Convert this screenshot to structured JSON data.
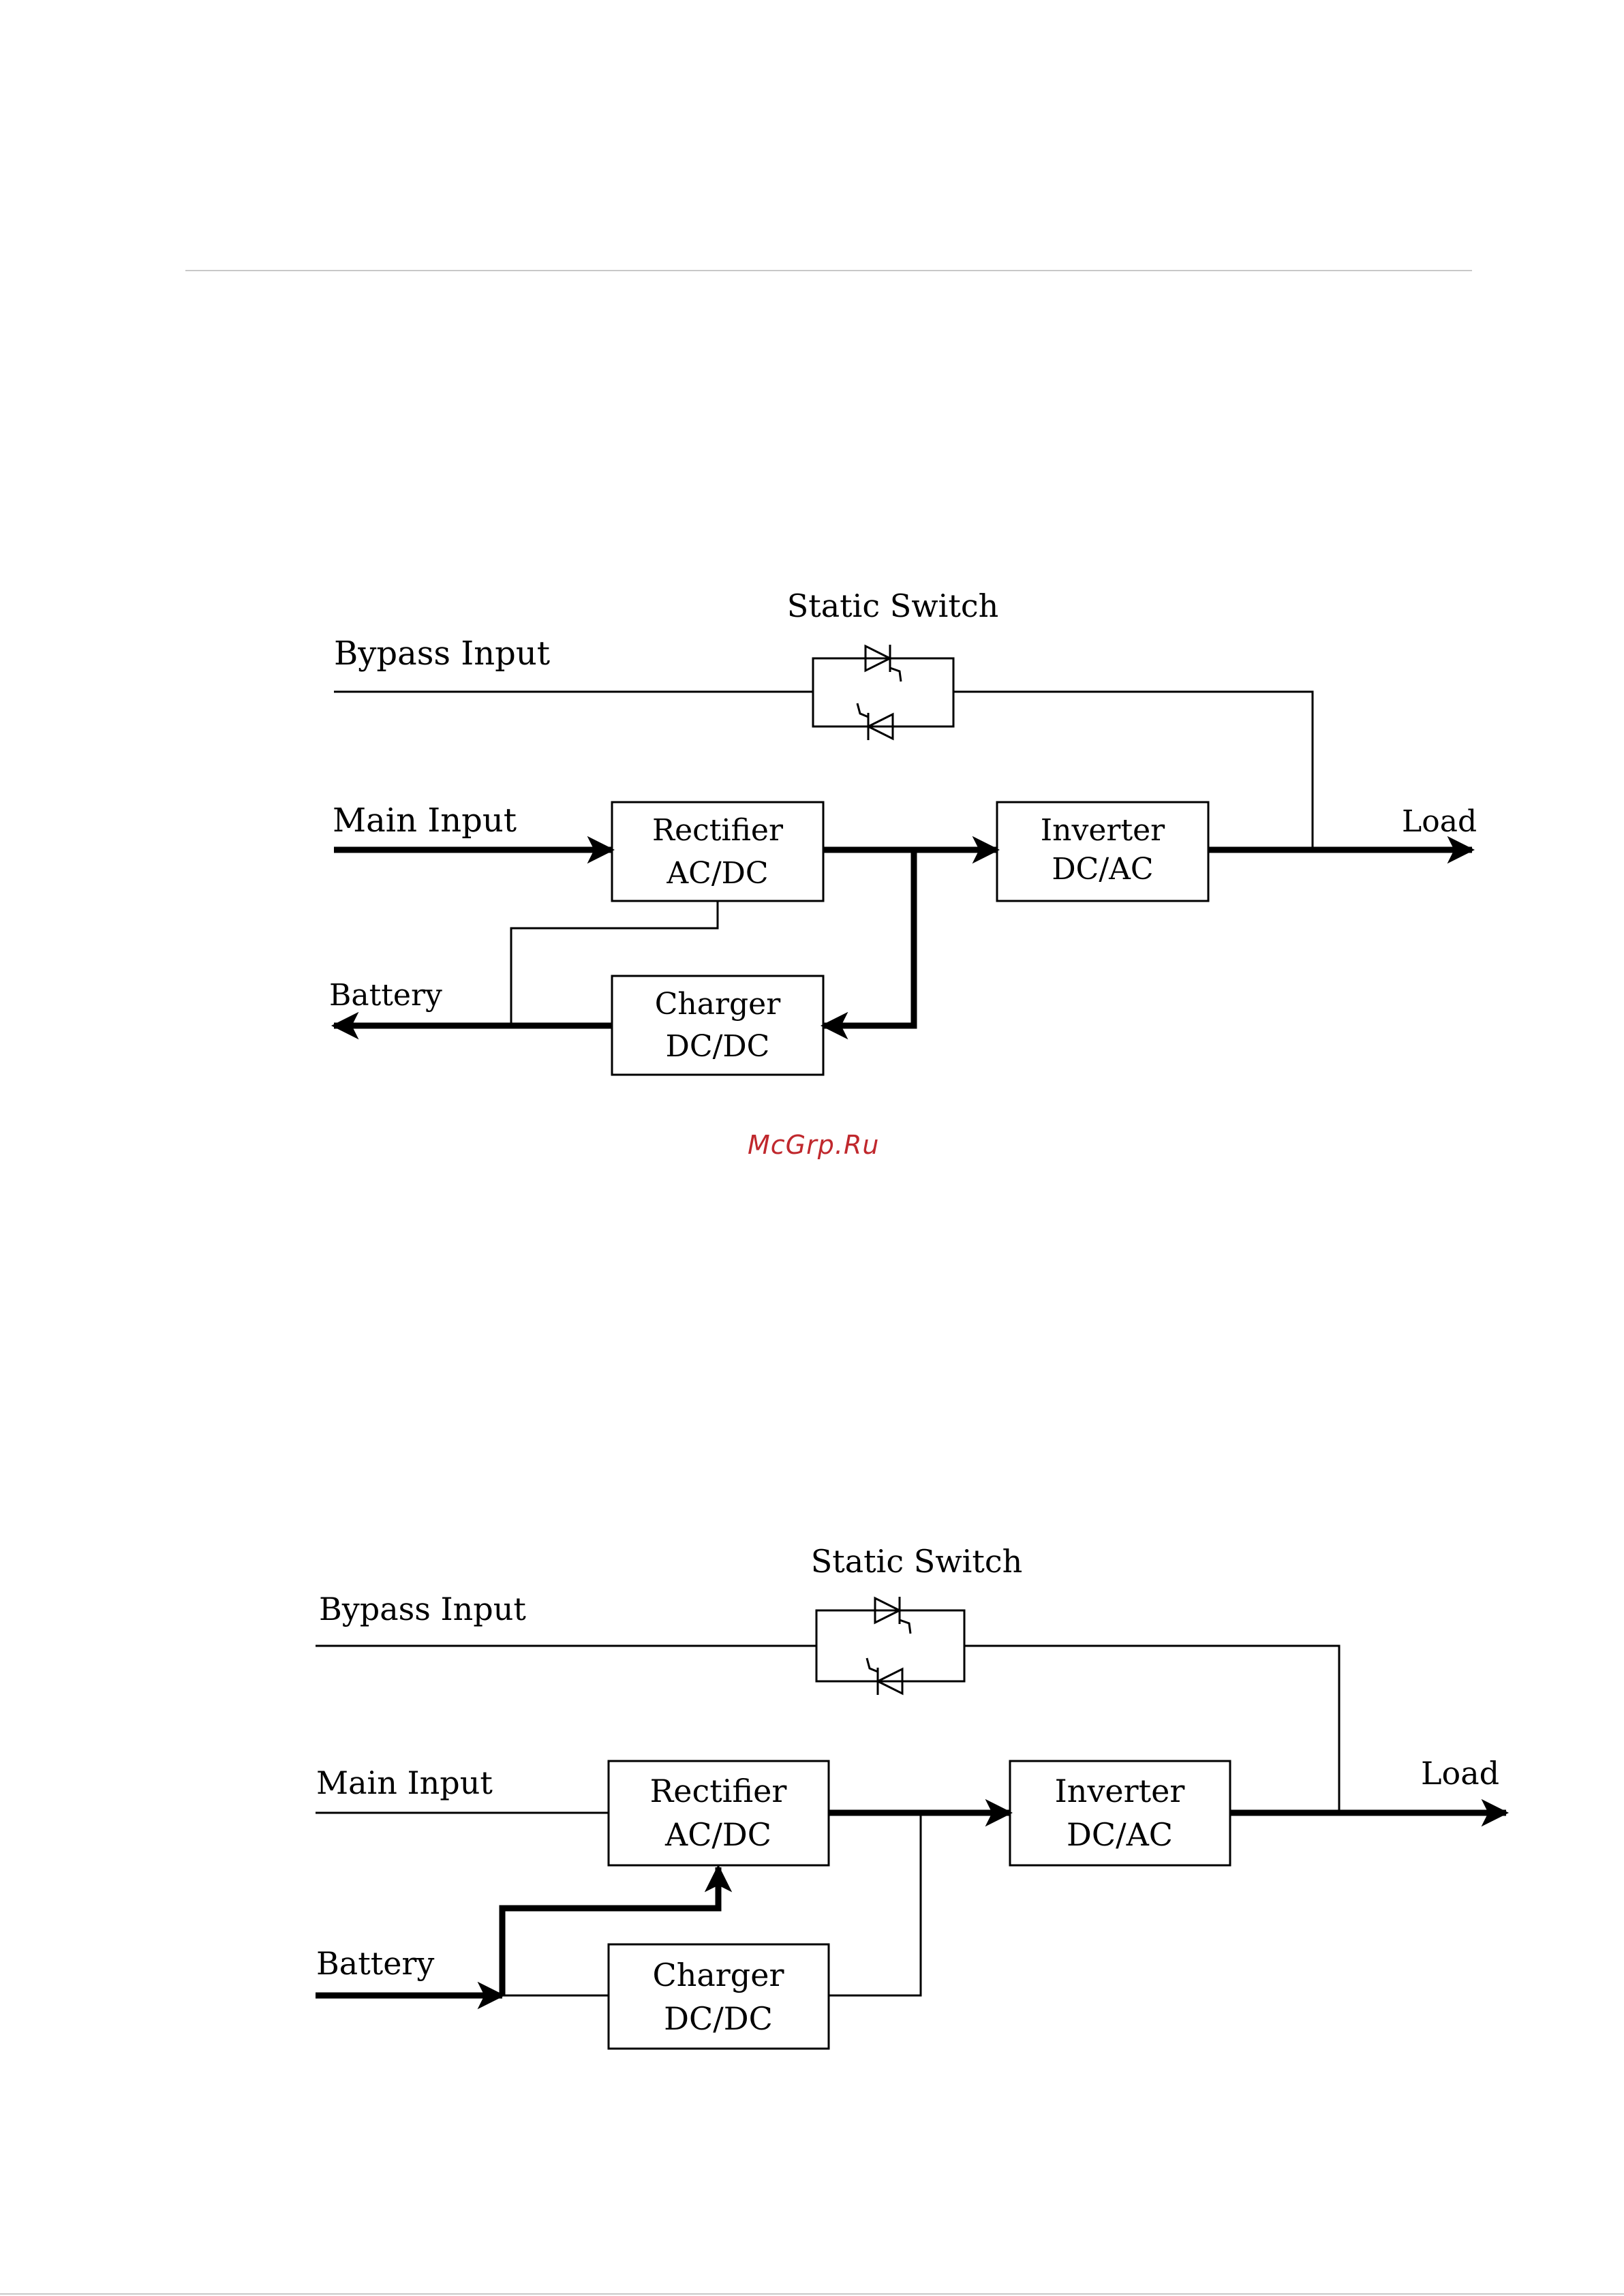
{
  "diagram_1": {
    "static_switch": "Static Switch",
    "bypass_input": "Bypass Input",
    "main_input": "Main Input",
    "rectifier": {
      "line1": "Rectifier",
      "line2": "AC/DC"
    },
    "inverter": {
      "line1": "Inverter",
      "line2": "DC/AC"
    },
    "charger": {
      "line1": "Charger",
      "line2": "DC/DC"
    },
    "battery": "Battery",
    "load": "Load"
  },
  "diagram_2": {
    "static_switch": "Static Switch",
    "bypass_input": "Bypass Input",
    "main_input": "Main Input",
    "rectifier": {
      "line1": "Rectifier",
      "line2": "AC/DC"
    },
    "inverter": {
      "line1": "Inverter",
      "line2": "DC/AC"
    },
    "charger": {
      "line1": "Charger",
      "line2": "DC/DC"
    },
    "battery": "Battery",
    "load": "Load"
  },
  "watermark": "McGrp.Ru",
  "colors": {
    "line": "#000000",
    "rule": "#c8c8c8",
    "watermark": "#c0282d"
  }
}
